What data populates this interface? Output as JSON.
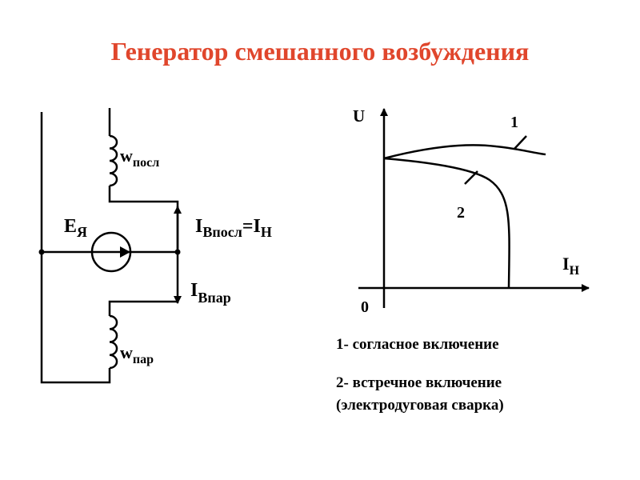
{
  "title": "Генератор смешанного возбуждения",
  "circuit": {
    "coil_series": {
      "main": "w",
      "sub": "посл"
    },
    "coil_parallel": {
      "main": "w",
      "sub": "пар"
    },
    "emf": {
      "main": "E",
      "sub": "Я"
    },
    "current_series": {
      "main": "I",
      "sub": "Впосл",
      "eq": "=I",
      "sub2": "Н"
    },
    "current_parallel": {
      "main": "I",
      "sub": "Впар"
    }
  },
  "graph": {
    "y_label": "U",
    "x_label": {
      "main": "I",
      "sub": "Н"
    },
    "origin": "0",
    "curve1_label": "1",
    "curve2_label": "2"
  },
  "legend": [
    "1- согласное включение",
    "2- встречное включение",
    "(электродуговая сварка)"
  ]
}
